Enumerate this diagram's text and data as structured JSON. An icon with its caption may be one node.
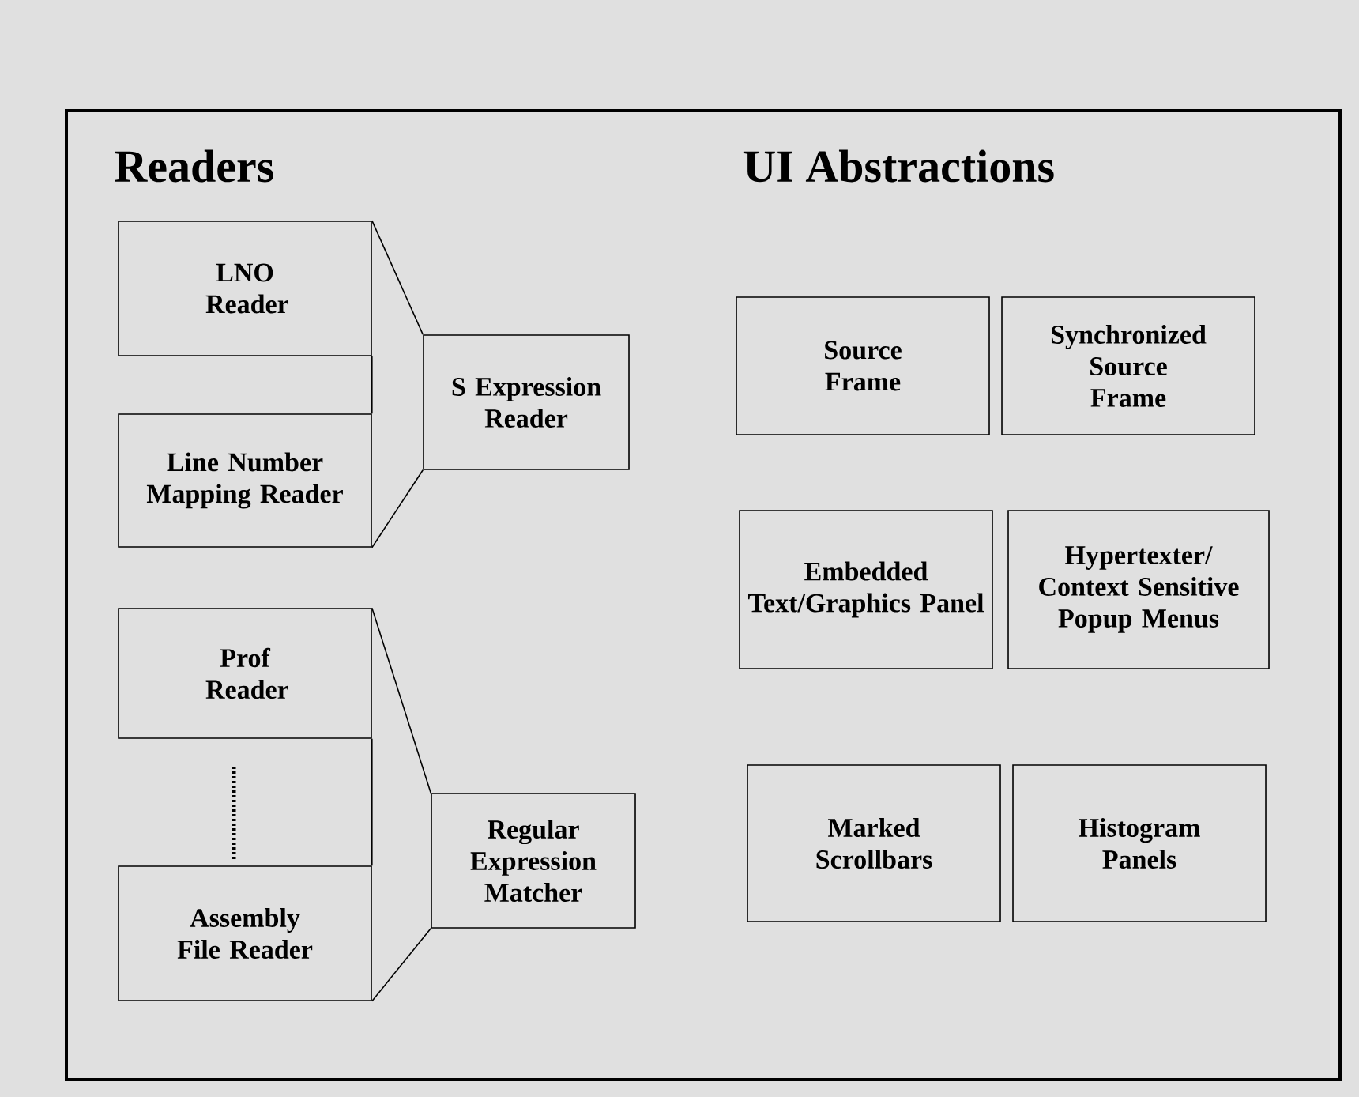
{
  "diagram": {
    "nodes": [
      {
        "text": [],
        "shape": "box"
      },
      {
        "text": [
          "LNO Reader"
        ],
        "in": 0
      },
      {
        "text": [
          "Line Number Mapping Reader"
        ],
        "in": 0
      },
      {
        "text": [
          "S Expression Reader"
        ],
        "in": 0
      },
      {
        "text": [
          "Prof Reader"
        ],
        "in": 0
      },
      {
        "text": [
          "Assembly File Reader"
        ],
        "in": 0
      },
      {
        "text": [
          "Regular Expression Matcher"
        ],
        "in": 0
      },
      {
        "text": [
          "Source Frame"
        ],
        "in": 0
      },
      {
        "text": [
          "Synchronized Source Frame"
        ],
        "in": 0
      },
      {
        "text": [
          "Embedded Text/Graphics Panel"
        ],
        "in": 0
      },
      {
        "text": [
          "Hypertexter/ Context Sensitive Popup Menus"
        ],
        "in": 0
      },
      {
        "text": [
          "Marked Scrollbars"
        ],
        "in": 0
      },
      {
        "text": [
          "Histogram Panels"
        ],
        "in": 0
      }
    ],
    "edges": [
      {
        "from": 1,
        "to": 2,
        "arrow": "none"
      },
      {
        "from": 4,
        "to": 5,
        "arrow": "none"
      },
      {
        "from": 1,
        "to": 3,
        "arrow": "none"
      },
      {
        "from": 2,
        "to": 3,
        "arrow": "none"
      },
      {
        "from": 4,
        "to": 6,
        "arrow": "none"
      },
      {
        "from": 5,
        "to": 6,
        "arrow": "none"
      }
    ],
    "labels": [
      "Readers",
      "UI Abstractions"
    ]
  }
}
